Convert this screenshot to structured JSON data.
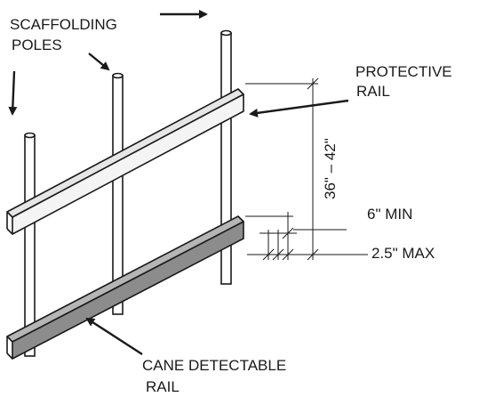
{
  "labels": {
    "scaffolding_line1": "SCAFFOLDING",
    "scaffolding_line2": "POLES",
    "protective_line1": "PROTECTIVE",
    "protective_line2": "RAIL",
    "height_range": "36\" – 42\"",
    "six_min": "6\" MIN",
    "max_2_5": "2.5\" MAX",
    "cane_line1": "CANE DETECTABLE",
    "cane_line2": "RAIL"
  },
  "colors": {
    "ink": "#1a1a1a",
    "rail_fill": "#f4f4f4",
    "cane_rail_fill": "#8c8c8c",
    "background": "#ffffff"
  }
}
